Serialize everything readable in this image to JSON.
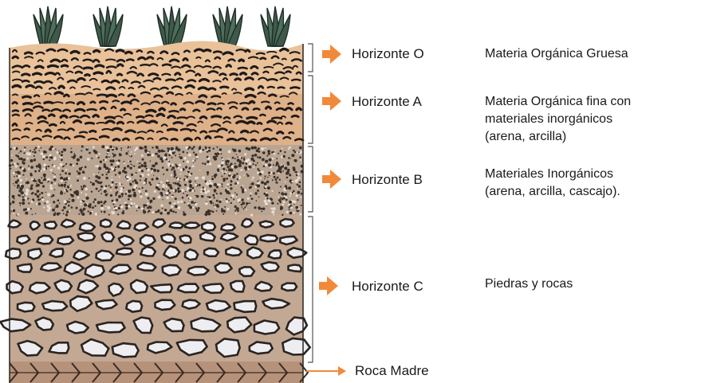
{
  "colors": {
    "arrow": "#f08a3a",
    "horizon_o": "#e9c29a",
    "horizon_a": "#dfb189",
    "horizon_b": "#b9a592",
    "horizon_c": "#c3a894",
    "roca_madre": "#b7927b",
    "ink": "#1f1a17",
    "leaf": "#3f5a4b",
    "stone": "#eeeef2"
  },
  "horizons": [
    {
      "name": "Horizonte O",
      "description": [
        "Materia Orgánica Gruesa"
      ]
    },
    {
      "name": "Horizonte A",
      "description": [
        "Materia Orgánica fina con",
        "materiales inorgánicos",
        "(arena, arcilla)"
      ]
    },
    {
      "name": "Horizonte B",
      "description": [
        "Materiales Inorgánicos",
        "(arena, arcilla, cascajo)."
      ]
    },
    {
      "name": "Horizonte C",
      "description": [
        "Piedras y rocas"
      ]
    },
    {
      "name": "Roca Madre",
      "description": []
    }
  ]
}
